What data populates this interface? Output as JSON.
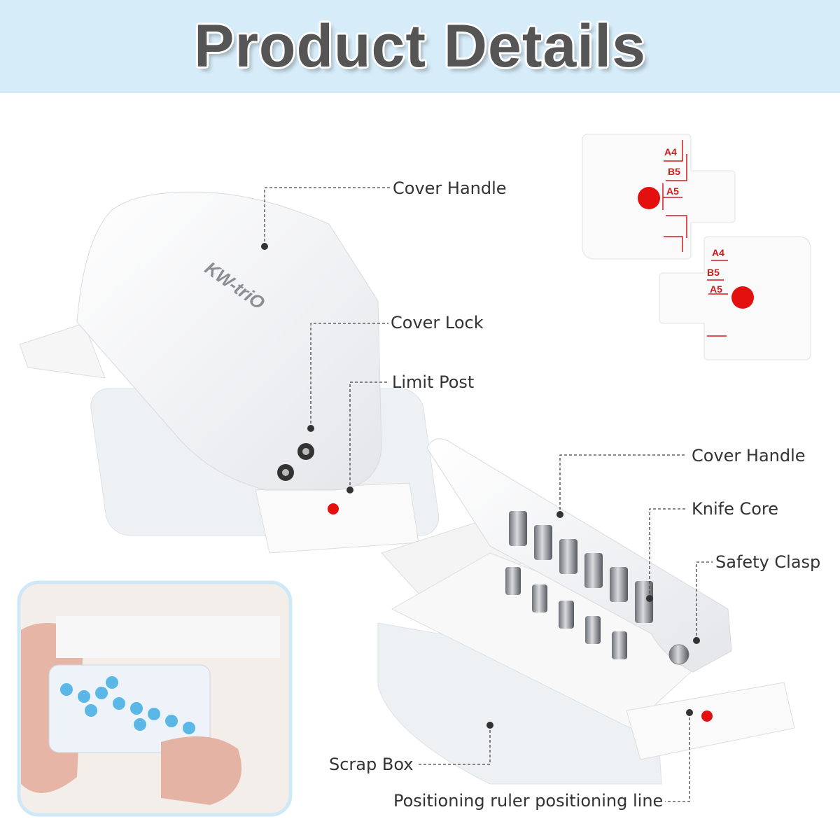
{
  "header": {
    "title": "Product Details"
  },
  "brand_logo": "KW-triO",
  "colors": {
    "header_bg": "#d7ecf9",
    "title": "#555555",
    "ruler_red": "#d31a1a",
    "confetti": "#5bb8e6"
  },
  "callouts": {
    "cover_handle_top": "Cover Handle",
    "cover_lock": "Cover Lock",
    "limit_post": "Limit Post",
    "cover_handle_right": "Cover Handle",
    "knife_core": "Knife Core",
    "safety_clasp": "Safety Clasp",
    "scrap_box": "Scrap Box",
    "positioning_line": "Positioning ruler positioning line"
  },
  "ruler_marks": [
    "A4",
    "B5",
    "A5"
  ]
}
